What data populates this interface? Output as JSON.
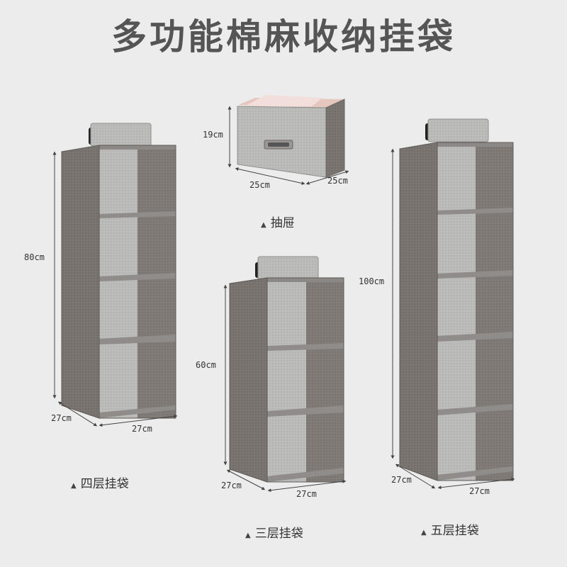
{
  "title": "多功能棉麻收纳挂袋",
  "colors": {
    "fabric_dark": "#75706c",
    "fabric_light": "#b8b8b6",
    "background": "#ececec"
  },
  "drawer": {
    "height": "19cm",
    "width": "25cm",
    "depth": "25cm",
    "caption": "抽屉"
  },
  "four_tier": {
    "height": "80cm",
    "depth": "27cm",
    "width": "27cm",
    "caption": "四层挂袋"
  },
  "three_tier": {
    "height": "60cm",
    "depth": "27cm",
    "width": "27cm",
    "caption": "三层挂袋"
  },
  "five_tier": {
    "height": "100cm",
    "depth": "27cm",
    "width": "27cm",
    "caption": "五层挂袋"
  }
}
